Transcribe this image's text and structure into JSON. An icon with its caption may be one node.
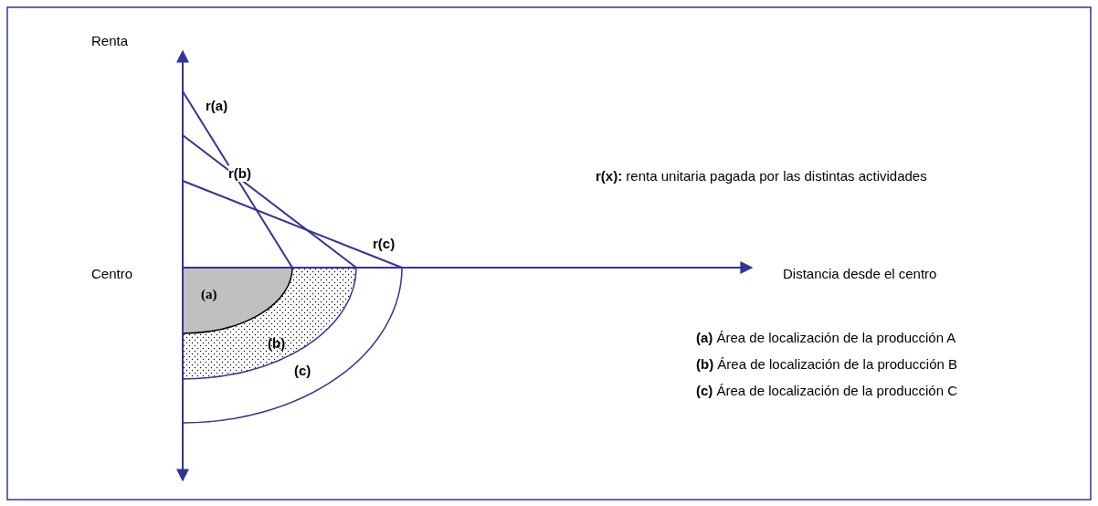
{
  "diagram": {
    "nodes": [
      {
        "text": [
          "(c)"
        ]
      },
      {
        "text": [
          "(b)"
        ],
        "in": 0
      },
      {
        "text": [
          "(a)"
        ],
        "in": 1
      }
    ],
    "labels": [
      "Renta",
      "r(a)",
      "r(b)",
      "r(c)",
      "**r(x):** renta unitaria pagada por las distintas actividades",
      "Centro",
      "Distancia desde el centro",
      "**(a)** Área de localización de la producción A",
      "**(b)** Área de localización de la producción B",
      "**(c)** Área de localización de la producción C"
    ]
  }
}
